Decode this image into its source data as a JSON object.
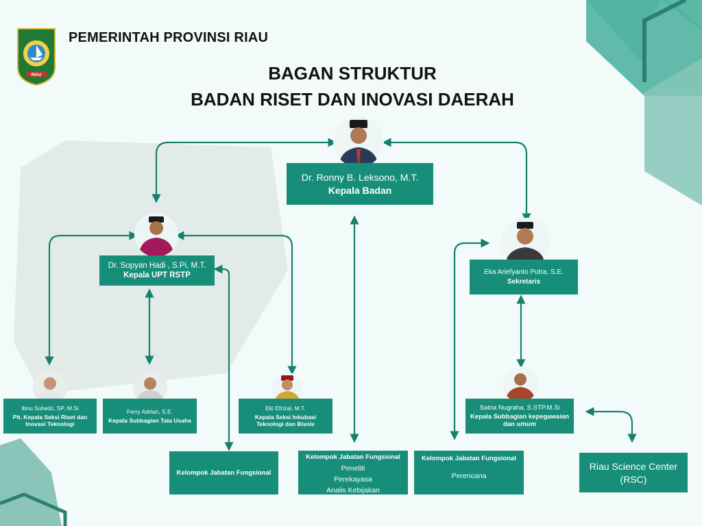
{
  "header": {
    "province": "PEMERINTAH PROVINSI RIAU",
    "title_line1": "BAGAN STRUKTUR",
    "title_line2": "BADAN RISET DAN INOVASI DAERAH"
  },
  "logo": {
    "name": "riau-provincial-emblem",
    "text": "RIAU"
  },
  "head": {
    "name": "Dr. Ronny B. Leksono, M.T.",
    "role": "Kepala Badan"
  },
  "upt": {
    "name": "Dr. Sopyan Hadi , S.Pi, M.T.",
    "role": "Kepala UPT RSTP"
  },
  "sekretaris": {
    "name": "Eka Ariefyanto Putra, S.E.",
    "role": "Sekretaris"
  },
  "seksi_riset": {
    "name": "Ibnu Suhelzi, SP, M.Si",
    "role": "Plt. Kepala Seksi Riset dan Inovasi Teknologi"
  },
  "tata_usaha": {
    "name": "Ferry Adrian, S.E.",
    "role": "Kepala Subbagian Tata Usaha"
  },
  "inkubasi": {
    "name": "Eki Efrizal, M.T.",
    "role": "Kepala Seksi Inkubasi Teknologi dan Bisnis"
  },
  "kepegawaian": {
    "name": "Satria Nugraha, S.STP.M.Si",
    "role": "Kepala Subbagian kepegawaian dan umum"
  },
  "jf_upt": {
    "title": "Kelompok Jabatan Fungsional"
  },
  "jf_badan": {
    "title": "Kelompok Jabatan Fungsional",
    "items": [
      "Peneliti",
      "Perekayasa",
      "Analis Kebijakan"
    ]
  },
  "jf_sekretariat": {
    "title": "Kelompok Jabatan Fungsional",
    "items": [
      "Perencana"
    ]
  },
  "rsc": {
    "line1": "Riau Science Center",
    "line2": "(RSC)"
  },
  "colors": {
    "box": "#168e79",
    "line": "#16806d",
    "accent": "#55b8a5",
    "background": "#f3fbfa"
  }
}
